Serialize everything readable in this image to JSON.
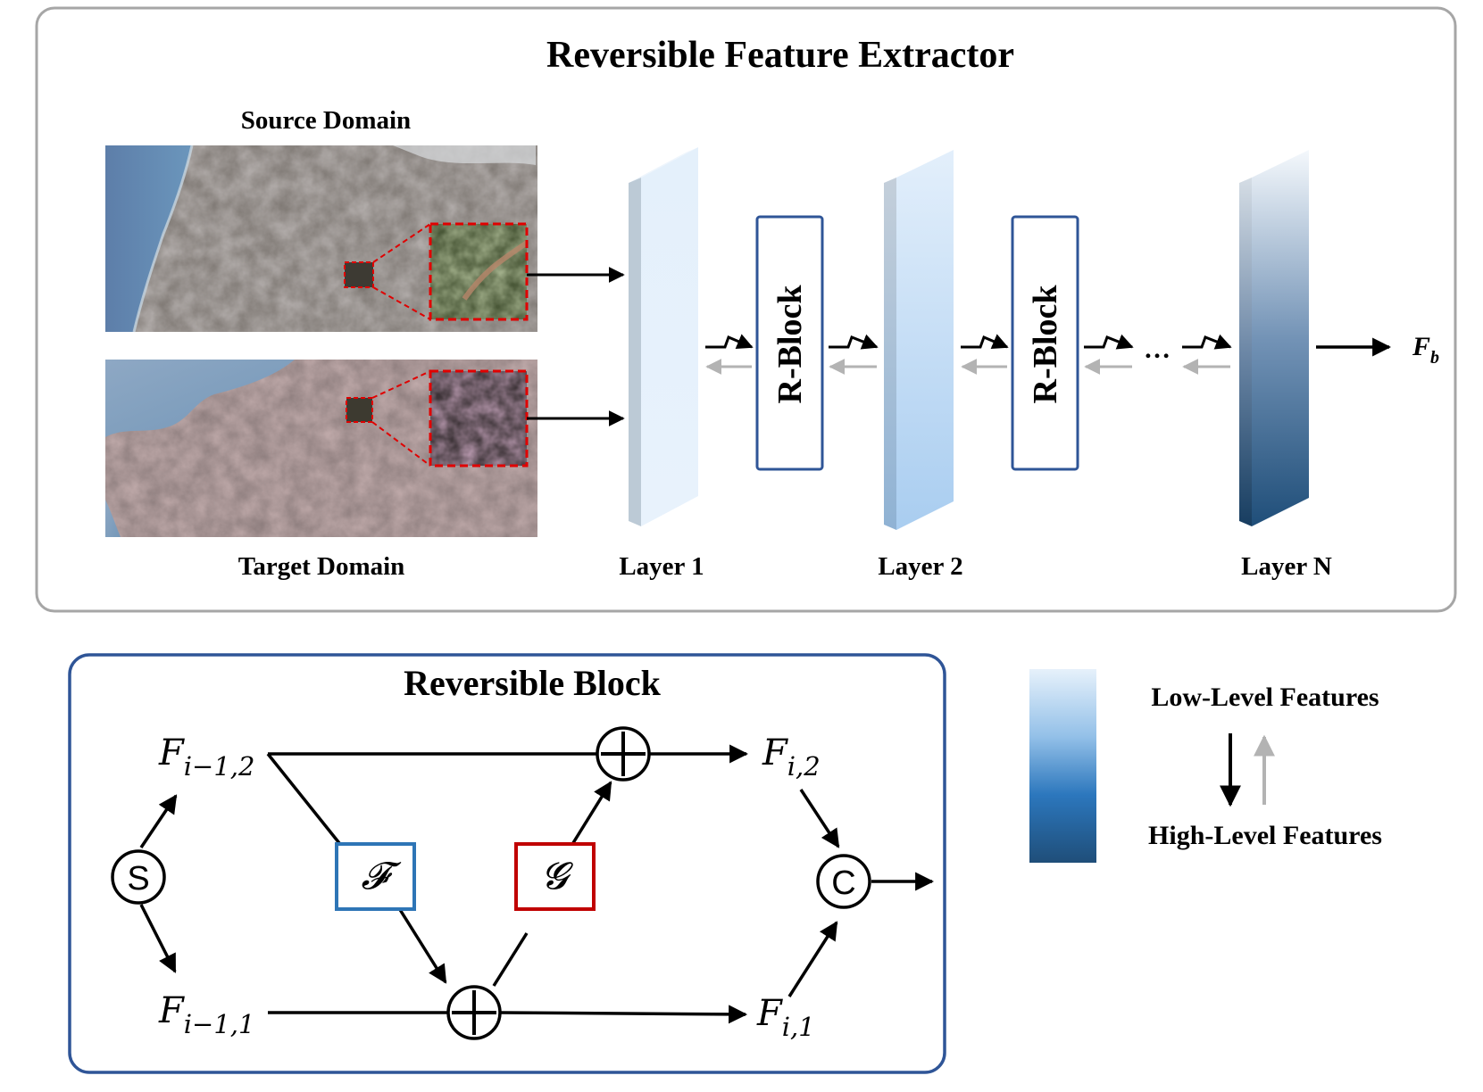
{
  "extractor": {
    "title": "Reversible Feature Extractor",
    "source_label": "Source Domain",
    "target_label": "Target Domain",
    "layers": [
      "Layer 1",
      "Layer 2",
      "Layer N"
    ],
    "rblock_label": "R-Block",
    "ellipsis": "…",
    "output_main": "F",
    "output_sub": "b"
  },
  "block": {
    "title": "Reversible Block",
    "split_symbol": "S",
    "concat_symbol": "C",
    "f_symbol": "𝓕",
    "g_symbol": "𝓖",
    "in_top_main": "F",
    "in_top_sub": "i−1,2",
    "in_bot_main": "F",
    "in_bot_sub": "i−1,1",
    "out_top_main": "F",
    "out_top_sub": "i,2",
    "out_bot_main": "F",
    "out_bot_sub": "i,1"
  },
  "legend": {
    "low": "Low-Level Features",
    "high": "High-Level Features"
  },
  "colors": {
    "frame_gray": "#a6a6a6",
    "frame_blue": "#2f5597",
    "f_box": "#2e75b6",
    "g_box": "#c00000",
    "zoom_red": "#e00000",
    "low_feature": "#e6f1fb",
    "high_feature": "#1f4e79"
  }
}
